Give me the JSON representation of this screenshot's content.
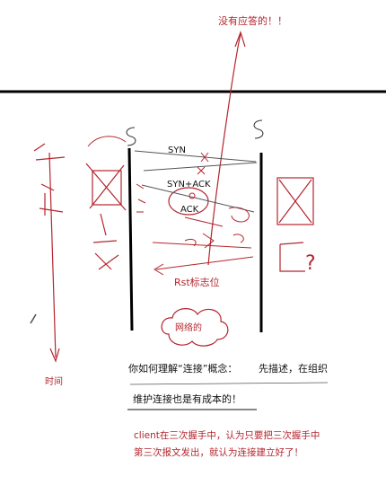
{
  "annotations": {
    "no_reply": "没有应答的！！",
    "syn": "SYN",
    "syn_ack": "SYN+ACK",
    "ack": "ACK",
    "rst": "Rst标志位",
    "network": "网络的",
    "time": "时间"
  },
  "notes": {
    "question": "你如何理解“连接”概念：",
    "method": "先描述，在组织",
    "cost": "维护连接也是有成本的！",
    "client_line1": "client在三次握手中，认为只要把三次握手中",
    "client_line2": "第三次报文发出，就认为连接建立好了！"
  },
  "colors": {
    "ink": "#111111",
    "red": "#b3262e",
    "pencil": "#555555"
  }
}
